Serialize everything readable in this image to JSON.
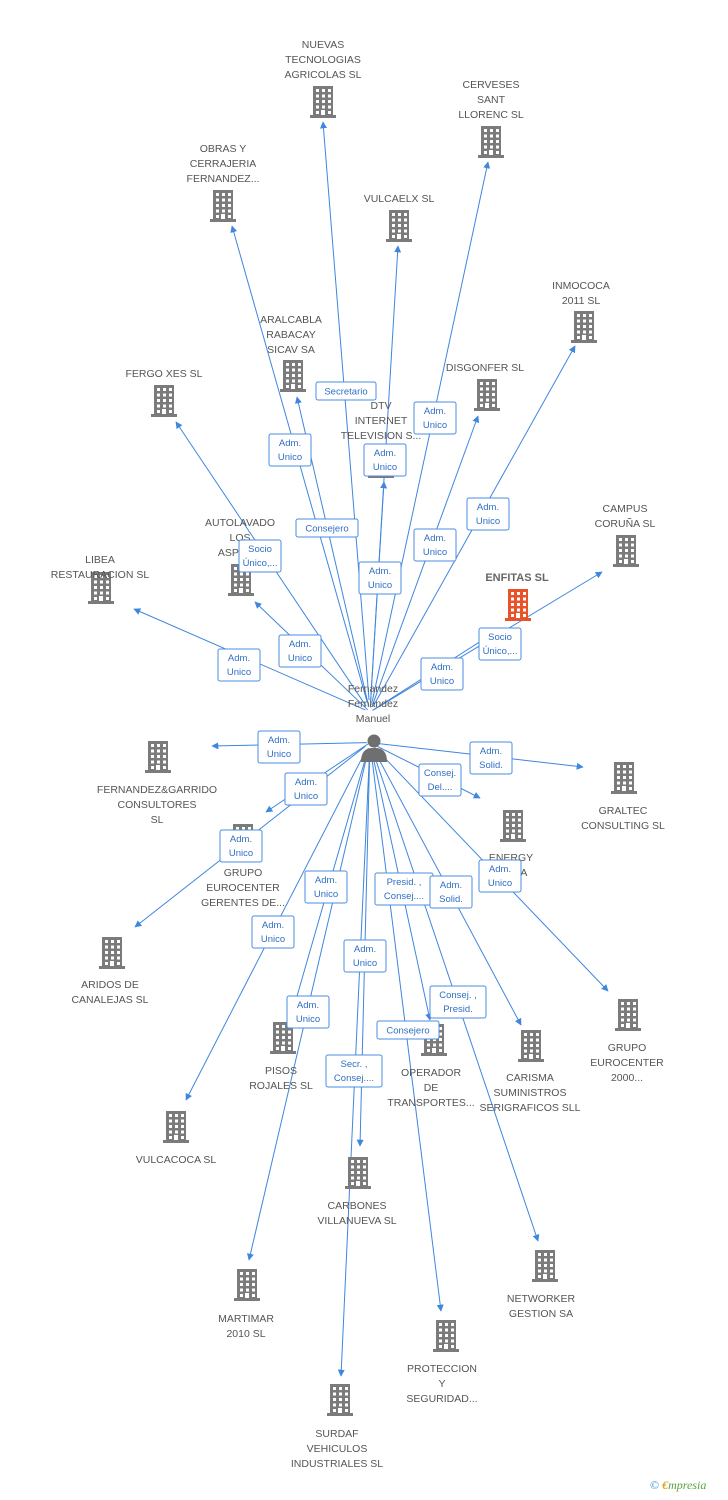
{
  "colors": {
    "edge": "#3f86de",
    "building": "#7b7b7b",
    "focus_building": "#e8532a",
    "person": "#6f6f6f",
    "label_text": "#555555",
    "edge_label_text": "#2f6fc4"
  },
  "center": {
    "id": "person",
    "label": [
      "Fernandez",
      "Fernandez",
      "Manuel"
    ],
    "icon": "person-icon"
  },
  "nodes": [
    {
      "id": "nuevas",
      "label": [
        "NUEVAS",
        "TECNOLOGIAS",
        "AGRICOLAS SL"
      ],
      "icon": "building-icon"
    },
    {
      "id": "cerveses",
      "label": [
        "CERVESES",
        "SANT",
        "LLORENC SL"
      ],
      "icon": "building-icon"
    },
    {
      "id": "obras",
      "label": [
        "OBRAS Y",
        "CERRAJERIA",
        "FERNANDEZ..."
      ],
      "icon": "building-icon"
    },
    {
      "id": "vulcaelx",
      "label": [
        "VULCAELX SL"
      ],
      "icon": "building-icon"
    },
    {
      "id": "inmococa",
      "label": [
        "INMOCOCA",
        "2011 SL"
      ],
      "icon": "building-icon"
    },
    {
      "id": "aralcabla",
      "label": [
        "ARALCABLA",
        "RABACAY",
        "SICAV SA"
      ],
      "icon": "building-icon"
    },
    {
      "id": "fergo",
      "label": [
        "FERGO XES  SL"
      ],
      "icon": "building-icon"
    },
    {
      "id": "disgonfer",
      "label": [
        "DISGONFER SL"
      ],
      "icon": "building-icon"
    },
    {
      "id": "dtv",
      "label": [
        "DTV",
        "INTERNET",
        "TELEVISION S..."
      ],
      "icon": "building-icon"
    },
    {
      "id": "campus",
      "label": [
        "CAMPUS",
        "CORUÑA SL"
      ],
      "icon": "building-icon"
    },
    {
      "id": "autolavado",
      "label": [
        "AUTOLAVADO",
        "LOS",
        "ASPER..."
      ],
      "icon": "building-icon"
    },
    {
      "id": "enfitas",
      "label": [
        "ENFITAS SL"
      ],
      "icon": "building-icon",
      "focus": true
    },
    {
      "id": "libea",
      "label": [
        "LIBEA",
        "RESTAURACION SL"
      ],
      "icon": "building-icon"
    },
    {
      "id": "fernandezgarrido",
      "label": [
        "FERNANDEZ&GARRIDO",
        "CONSULTORES",
        "SL"
      ],
      "icon": "building-icon"
    },
    {
      "id": "graltec",
      "label": [
        "GRALTEC",
        "CONSULTING SL"
      ],
      "icon": "building-icon"
    },
    {
      "id": "energy",
      "label": [
        "ENERGY",
        "...S SA"
      ],
      "icon": "building-icon"
    },
    {
      "id": "grupoeurocenter",
      "label": [
        "GRUPO",
        "EUROCENTER",
        "GERENTES DE..."
      ],
      "icon": "building-icon"
    },
    {
      "id": "aridos",
      "label": [
        "ARIDOS DE",
        "CANALEJAS SL"
      ],
      "icon": "building-icon"
    },
    {
      "id": "grupo2000",
      "label": [
        "GRUPO",
        "EUROCENTER",
        "2000..."
      ],
      "icon": "building-icon"
    },
    {
      "id": "pisos",
      "label": [
        "PISOS",
        "ROJALES SL"
      ],
      "icon": "building-icon"
    },
    {
      "id": "operador",
      "label": [
        "OPERADOR",
        "DE",
        "TRANSPORTES..."
      ],
      "icon": "building-icon"
    },
    {
      "id": "carisma",
      "label": [
        "CARISMA",
        "SUMINISTROS",
        "SERIGRAFICOS SLL"
      ],
      "icon": "building-icon"
    },
    {
      "id": "vulcacoca",
      "label": [
        "VULCACOCA SL"
      ],
      "icon": "building-icon"
    },
    {
      "id": "carbones",
      "label": [
        "CARBONES",
        "VILLANUEVA SL"
      ],
      "icon": "building-icon"
    },
    {
      "id": "martimar",
      "label": [
        "MARTIMAR",
        "2010 SL"
      ],
      "icon": "building-icon"
    },
    {
      "id": "networker",
      "label": [
        "NETWORKER",
        "GESTION SA"
      ],
      "icon": "building-icon"
    },
    {
      "id": "proteccion",
      "label": [
        "PROTECCION",
        "Y",
        "SEGURIDAD..."
      ],
      "icon": "building-icon"
    },
    {
      "id": "surdaf",
      "label": [
        "SURDAF",
        "VEHICULOS",
        "INDUSTRIALES SL"
      ],
      "icon": "building-icon"
    }
  ],
  "edges": [
    {
      "to": "nuevas",
      "label": [
        "Secretario"
      ]
    },
    {
      "to": "cerveses",
      "label": [
        "Adm.",
        "Unico"
      ]
    },
    {
      "to": "obras",
      "label": [
        "Consejero"
      ]
    },
    {
      "to": "vulcaelx",
      "label": [
        "Adm.",
        "Unico"
      ]
    },
    {
      "to": "inmococa",
      "label": [
        "Adm.",
        "Unico"
      ]
    },
    {
      "to": "aralcabla",
      "label": [
        "Adm.",
        "Unico"
      ]
    },
    {
      "to": "fergo",
      "label": [
        "Socio",
        "Único,..."
      ]
    },
    {
      "to": "disgonfer",
      "label": [
        "Adm.",
        "Unico"
      ]
    },
    {
      "to": "dtv",
      "label": [
        "Adm.",
        "Unico"
      ]
    },
    {
      "to": "campus",
      "label": [
        "Socio",
        "Único,..."
      ]
    },
    {
      "to": "autolavado",
      "label": [
        "Adm.",
        "Unico"
      ]
    },
    {
      "to": "enfitas",
      "label": [
        "Adm.",
        "Unico"
      ]
    },
    {
      "to": "libea",
      "label": [
        "Adm.",
        "Unico"
      ]
    },
    {
      "to": "fernandezgarrido",
      "label": [
        "Adm.",
        "Unico"
      ]
    },
    {
      "to": "graltec",
      "label": [
        "Adm.",
        "Solid."
      ]
    },
    {
      "to": "energy",
      "label": [
        "Consej.",
        "Del...."
      ]
    },
    {
      "to": "grupoeurocenter",
      "label": [
        "Adm.",
        "Unico"
      ]
    },
    {
      "to": "aridos",
      "label": [
        "Adm.",
        "Unico"
      ]
    },
    {
      "to": "grupo2000",
      "label": [
        "Adm.",
        "Unico"
      ]
    },
    {
      "to": "pisos",
      "label": [
        "Adm.",
        "Unico"
      ]
    },
    {
      "to": "operador",
      "label": [
        "Presid. ,",
        "Consej...."
      ]
    },
    {
      "to": "carisma",
      "label": [
        "Adm.",
        "Solid."
      ]
    },
    {
      "to": "vulcacoca",
      "label": [
        "Adm.",
        "Unico"
      ]
    },
    {
      "to": "carbones",
      "label": [
        "Adm.",
        "Unico"
      ]
    },
    {
      "to": "martimar",
      "label": [
        "Adm.",
        "Unico"
      ]
    },
    {
      "to": "networker",
      "label": [
        "Consej. ,",
        "Presid."
      ]
    },
    {
      "to": "proteccion",
      "label": [
        "Consejero"
      ]
    },
    {
      "to": "surdaf",
      "label": [
        "Secr. ,",
        "Consej...."
      ]
    }
  ],
  "footer": {
    "copyright": "©",
    "brand_initial": "€",
    "brand_rest": "mpresia"
  }
}
